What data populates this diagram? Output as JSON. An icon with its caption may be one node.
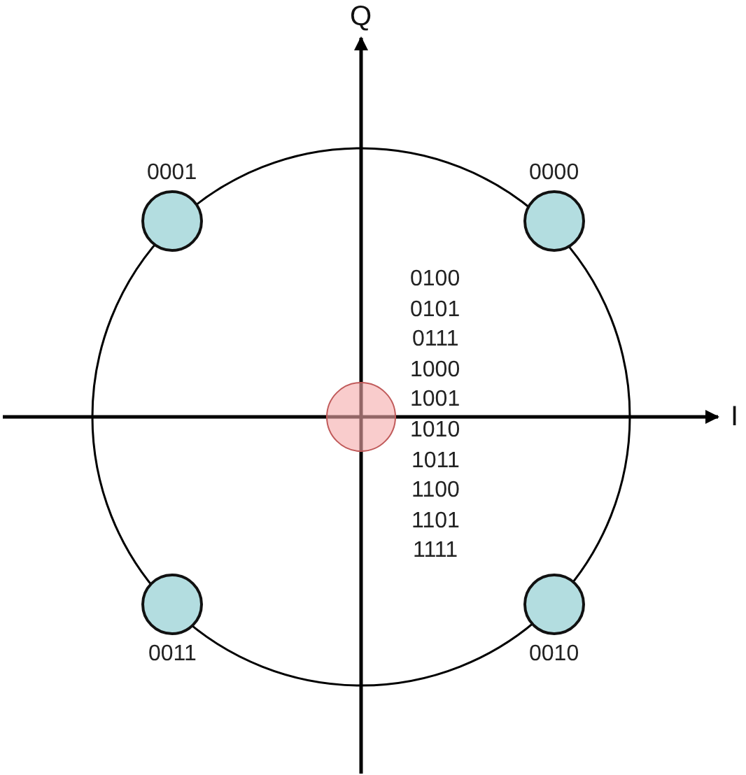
{
  "diagram": {
    "nodes": [
      {
        "text": [],
        "shape": "circle",
        "beside": [
          "0001"
        ]
      },
      {
        "text": [],
        "shape": "circle",
        "beside": [
          "0000"
        ]
      },
      {
        "text": [],
        "shape": "circle",
        "beside": [
          "0100",
          "0101",
          "0111",
          "1000",
          "1001",
          "1010",
          "1011",
          "1100",
          "1101",
          "1111"
        ]
      },
      {
        "text": [],
        "shape": "circle",
        "beside": [
          "0011"
        ]
      },
      {
        "text": [],
        "shape": "circle",
        "beside": [
          "0010"
        ]
      }
    ],
    "edges": [],
    "labels": [
      "Q",
      "I"
    ]
  }
}
